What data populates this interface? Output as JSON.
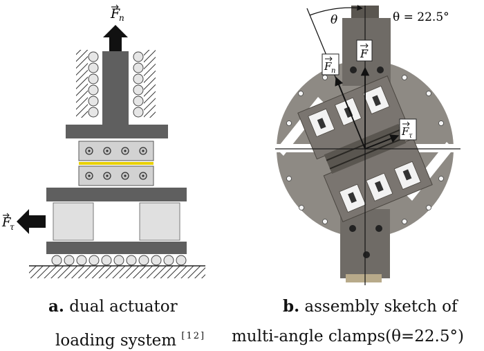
{
  "panel_a": {
    "force_normal_label": "F",
    "force_normal_sub": "n",
    "force_tangential_label": "F",
    "force_tangential_sub": "τ",
    "caption_letter": "a.",
    "caption_line1": "dual actuator",
    "caption_line2": "loading system",
    "caption_citation": "[12]",
    "colors": {
      "frame": "#5f5f5f",
      "clamp": "#d2d2d2",
      "support": "#e0e0e0",
      "specimen": "#e8d000"
    }
  },
  "panel_b": {
    "theta_label": "θ",
    "theta_value_label": "θ = 22.5°",
    "force_label": "F",
    "force_n_label": "F",
    "force_n_sub": "n",
    "force_t_label": "F",
    "force_t_sub": "τ",
    "caption_letter": "b.",
    "caption_line1": "assembly sketch of",
    "caption_line2": "multi-angle clamps(θ=22.5°)",
    "colors": {
      "disk": "#8e8a84",
      "clamp": "#6f6b66",
      "slot": "#f2f2f2"
    }
  }
}
